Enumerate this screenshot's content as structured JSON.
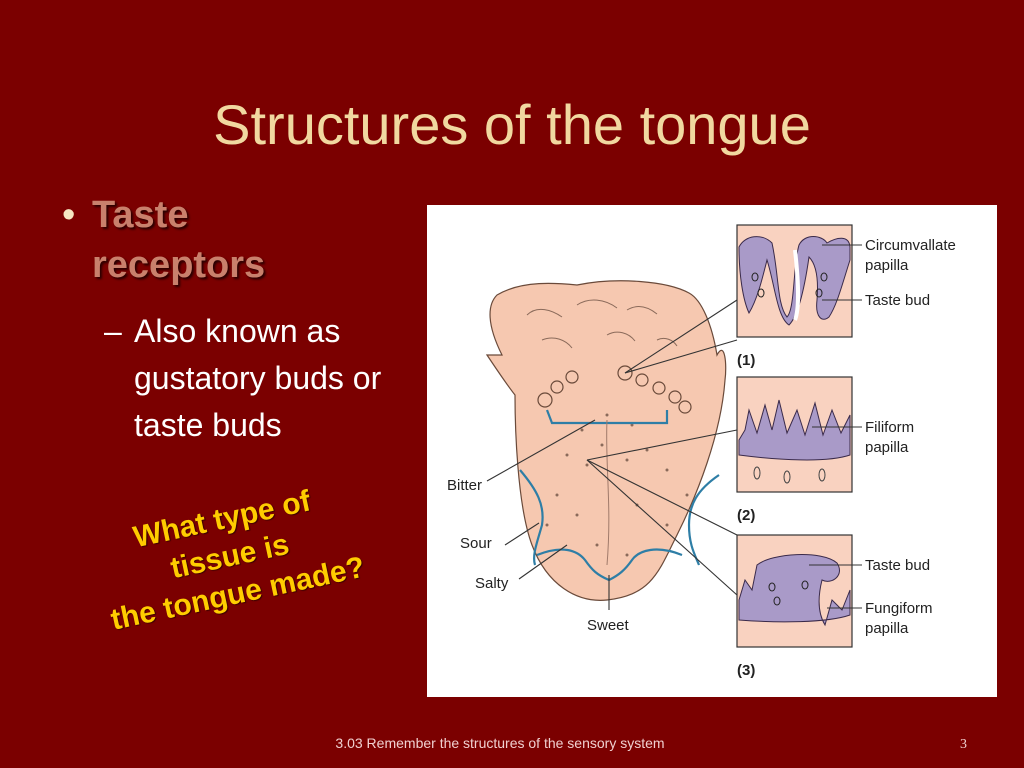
{
  "slide": {
    "title": "Structures of the tongue",
    "bullets": [
      {
        "marker": "•",
        "text": "Taste receptors"
      },
      {
        "marker": "–",
        "text": "Also known as gustatory buds or taste buds"
      }
    ],
    "question_lines": [
      "What type of",
      "tissue is",
      "the tongue made?"
    ],
    "footer": "3.03 Remember the structures of the sensory system",
    "page_number": "3"
  },
  "figure": {
    "labels": {
      "bitter": "Bitter",
      "sour": "Sour",
      "salty": "Salty",
      "sweet": "Sweet",
      "circumvallate_1": "Circumvallate",
      "circumvallate_2": "papilla",
      "taste_bud_1": "Taste bud",
      "panel_1": "(1)",
      "filiform_1": "Filiform",
      "filiform_2": "papilla",
      "panel_2": "(2)",
      "taste_bud_3": "Taste bud",
      "fungiform_1": "Fungiform",
      "fungiform_2": "papilla",
      "panel_3": "(3)"
    },
    "colors": {
      "tongue": "#f6c8b0",
      "panel_bg": "#f9d2c0",
      "papilla": "#a99ac8",
      "taste_region": "#2e7ea6"
    }
  }
}
